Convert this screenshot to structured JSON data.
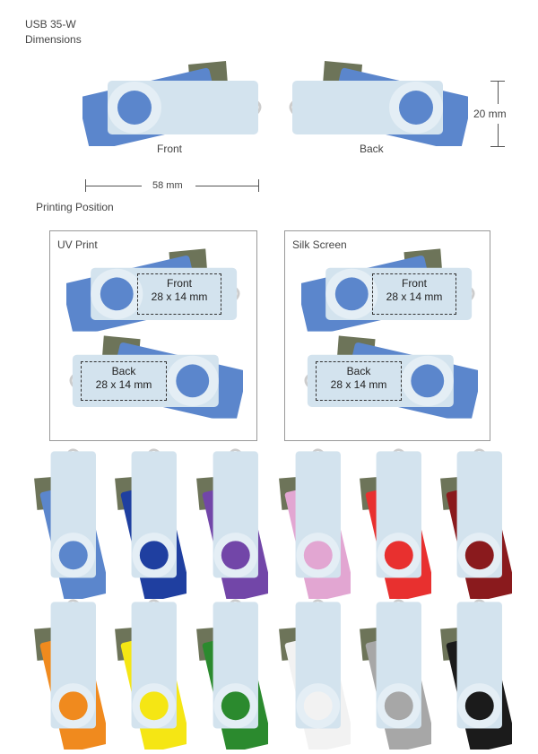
{
  "header": {
    "model": "USB 35-W",
    "section": "Dimensions"
  },
  "views": {
    "front_label": "Front",
    "back_label": "Back"
  },
  "dimensions": {
    "height": "20 mm",
    "width": "58 mm"
  },
  "printing": {
    "title": "Printing Position",
    "uv": {
      "title": "UV Print",
      "front_label": "Front",
      "front_size": "28 x 14 mm",
      "back_label": "Back",
      "back_size": "28 x 14 mm"
    },
    "silk": {
      "title": "Silk Screen",
      "front_label": "Front",
      "front_size": "28 x 14 mm",
      "back_label": "Back",
      "back_size": "28 x 14 mm"
    }
  },
  "main_color": "#5b86cc",
  "color_variants": [
    {
      "name": "light-blue",
      "color": "#5b86cc"
    },
    {
      "name": "blue",
      "color": "#1f3fa0"
    },
    {
      "name": "purple",
      "color": "#7246a8"
    },
    {
      "name": "pink",
      "color": "#e2a6d2"
    },
    {
      "name": "red",
      "color": "#e8302f"
    },
    {
      "name": "dark-red",
      "color": "#8a1a1d"
    },
    {
      "name": "orange",
      "color": "#f08a1e"
    },
    {
      "name": "yellow",
      "color": "#f5e614"
    },
    {
      "name": "green",
      "color": "#2b8a2e"
    },
    {
      "name": "white",
      "color": "#f2f2f2"
    },
    {
      "name": "silver",
      "color": "#a7a7a7"
    },
    {
      "name": "black",
      "color": "#1b1b1b"
    }
  ]
}
